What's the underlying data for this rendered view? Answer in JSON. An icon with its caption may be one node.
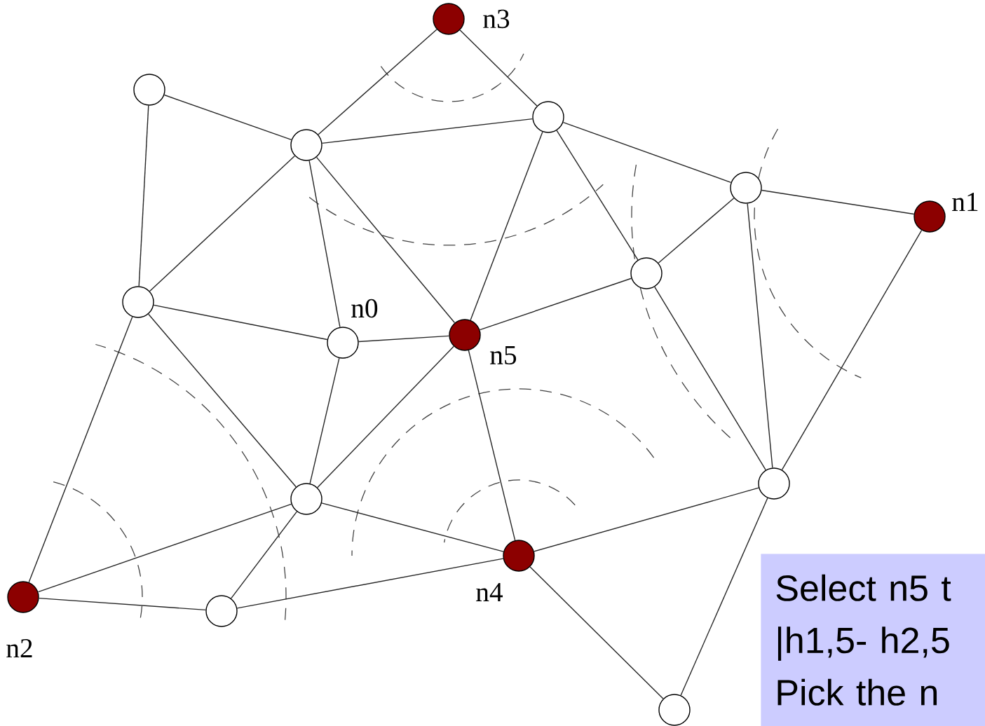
{
  "diagram": {
    "nodes": [
      {
        "text": [],
        "shape": "circle",
        "beside": [
          "n3"
        ]
      },
      {
        "text": [],
        "shape": "circle"
      },
      {
        "text": [],
        "shape": "circle"
      },
      {
        "text": [],
        "shape": "circle"
      },
      {
        "text": [],
        "shape": "circle"
      },
      {
        "text": [],
        "shape": "circle",
        "beside": [
          "n1"
        ]
      },
      {
        "text": [],
        "shape": "circle"
      },
      {
        "text": [],
        "shape": "circle"
      },
      {
        "text": [],
        "shape": "circle",
        "beside": [
          "n0"
        ]
      },
      {
        "text": [],
        "shape": "circle",
        "beside": [
          "n5"
        ]
      },
      {
        "text": [],
        "shape": "circle"
      },
      {
        "text": [],
        "shape": "circle"
      },
      {
        "text": [],
        "shape": "circle",
        "beside": [
          "n2"
        ]
      },
      {
        "text": [],
        "shape": "circle",
        "beside": [
          "n4"
        ]
      },
      {
        "text": [],
        "shape": "circle"
      },
      {
        "text": [],
        "shape": "circle"
      },
      {
        "text": [
          "Select n5 t",
          "|h1,5- h2,5",
          "Pick the n"
        ]
      }
    ],
    "edges": [
      {
        "from": 0,
        "to": 2,
        "arrow": "none"
      },
      {
        "from": 0,
        "to": 3,
        "arrow": "none"
      },
      {
        "from": 1,
        "to": 2,
        "arrow": "none"
      },
      {
        "from": 1,
        "to": 7,
        "arrow": "none"
      },
      {
        "from": 2,
        "to": 3,
        "arrow": "none"
      },
      {
        "from": 2,
        "to": 7,
        "arrow": "none"
      },
      {
        "from": 2,
        "to": 8,
        "arrow": "none"
      },
      {
        "from": 2,
        "to": 9,
        "arrow": "none"
      },
      {
        "from": 3,
        "to": 4,
        "arrow": "none"
      },
      {
        "from": 3,
        "to": 9,
        "arrow": "none"
      },
      {
        "from": 3,
        "to": 6,
        "arrow": "none"
      },
      {
        "from": 4,
        "to": 5,
        "arrow": "none"
      },
      {
        "from": 4,
        "to": 6,
        "arrow": "none"
      },
      {
        "from": 4,
        "to": 11,
        "arrow": "none"
      },
      {
        "from": 5,
        "to": 11,
        "arrow": "none"
      },
      {
        "from": 6,
        "to": 9,
        "arrow": "none"
      },
      {
        "from": 6,
        "to": 11,
        "arrow": "none"
      },
      {
        "from": 7,
        "to": 8,
        "arrow": "none"
      },
      {
        "from": 7,
        "to": 10,
        "arrow": "none"
      },
      {
        "from": 7,
        "to": 12,
        "arrow": "none"
      },
      {
        "from": 8,
        "to": 9,
        "arrow": "none"
      },
      {
        "from": 8,
        "to": 10,
        "arrow": "none"
      },
      {
        "from": 9,
        "to": 10,
        "arrow": "none"
      },
      {
        "from": 9,
        "to": 13,
        "arrow": "none"
      },
      {
        "from": 10,
        "to": 12,
        "arrow": "none"
      },
      {
        "from": 10,
        "to": 14,
        "arrow": "none"
      },
      {
        "from": 10,
        "to": 13,
        "arrow": "none"
      },
      {
        "from": 11,
        "to": 13,
        "arrow": "none"
      },
      {
        "from": 11,
        "to": 15,
        "arrow": "none"
      },
      {
        "from": 12,
        "to": 14,
        "arrow": "none"
      },
      {
        "from": 13,
        "to": 14,
        "arrow": "none"
      },
      {
        "from": 13,
        "to": 15,
        "arrow": "none"
      }
    ]
  }
}
